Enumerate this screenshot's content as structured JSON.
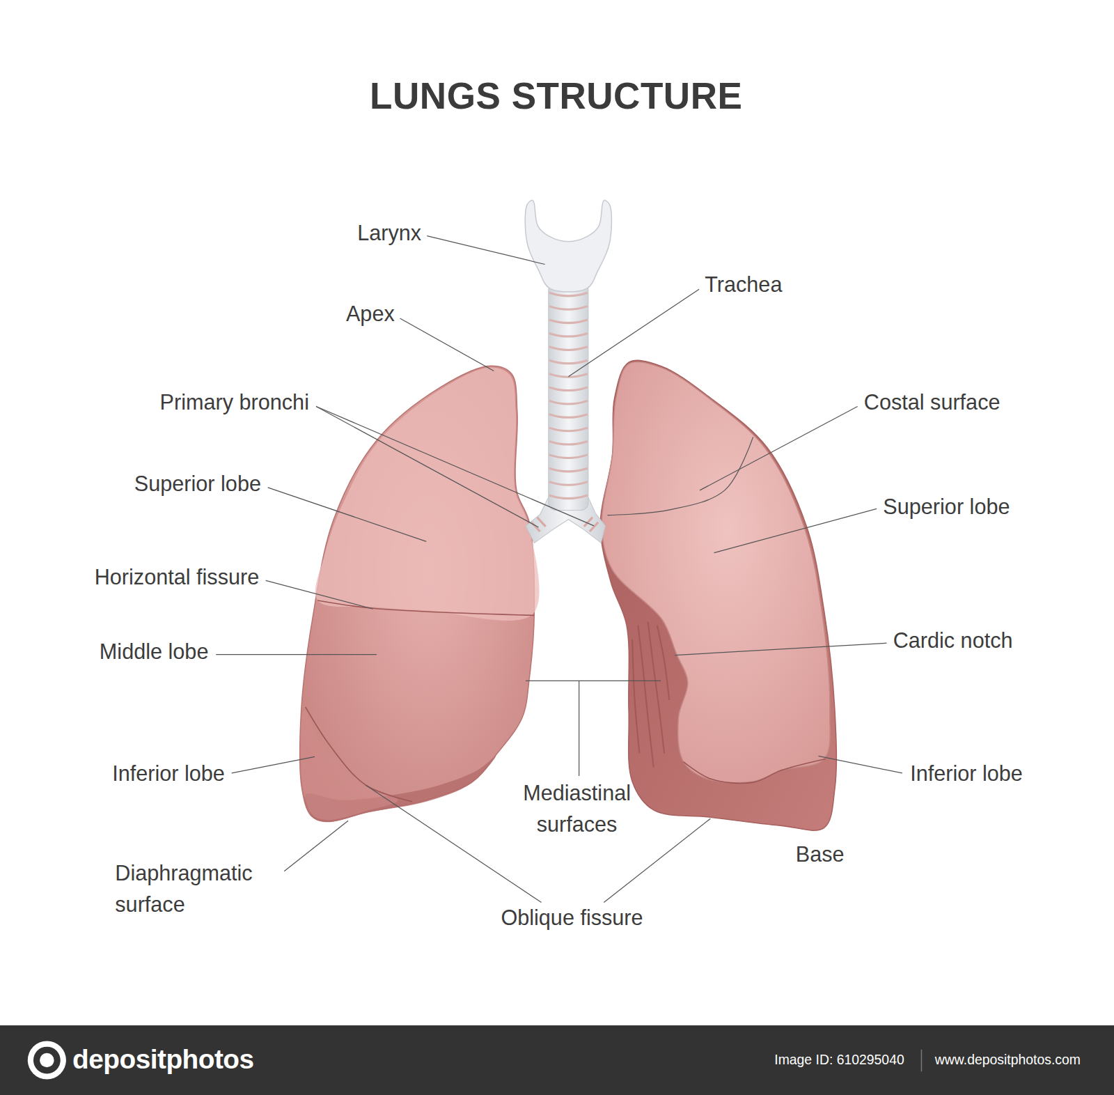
{
  "diagram": {
    "title": "LUNGS STRUCTURE",
    "labels": [
      "Larynx",
      "Trachea",
      "Apex",
      "Primary bronchi",
      "Costal surface",
      "Superior lobe",
      "Superior lobe",
      "Horizontal fissure",
      "Cardic notch",
      "Middle lobe",
      "Inferior lobe",
      "Mediastinal surfaces",
      "Inferior lobe",
      "Base",
      "Diaphragmatic surface",
      "Oblique fissure",
      "depositphotos",
      "Image ID: 610295040",
      "www.depositphotos.com"
    ]
  }
}
